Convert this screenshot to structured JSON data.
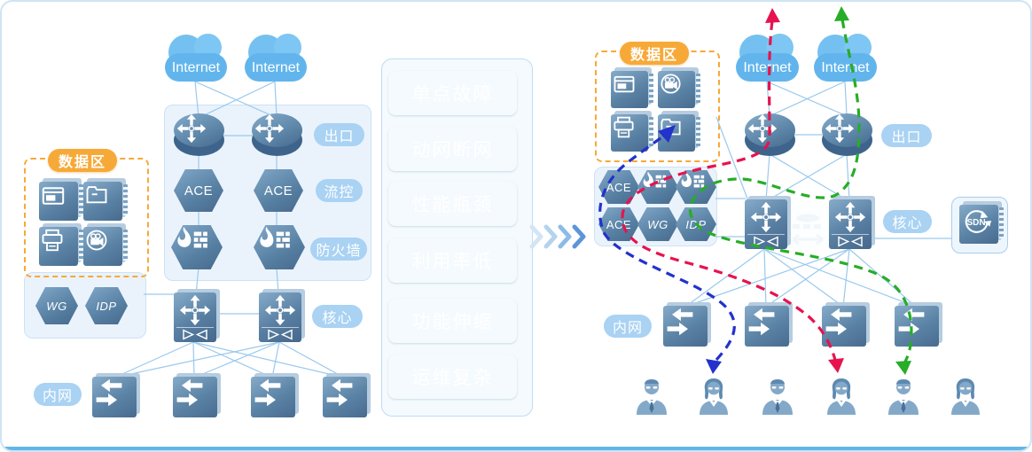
{
  "left": {
    "cloud1": "Internet",
    "cloud2": "Internet",
    "data_zone": "数据区",
    "exit": "出口",
    "flow_control": "流控",
    "firewall": "防火墙",
    "core": "核心",
    "intranet": "内网",
    "ace1": "ACE",
    "ace2": "ACE",
    "wg": "WG",
    "idp": "IDP"
  },
  "problems": [
    {
      "label": "单点故障",
      "color": "#a7d050"
    },
    {
      "label": "动网断网",
      "color": "#4fae85"
    },
    {
      "label": "性能瓶颈",
      "color": "#4da9c8"
    },
    {
      "label": "利用率低",
      "color": "#a392e5"
    },
    {
      "label": "功能伸缩",
      "color": "#e87ea4"
    },
    {
      "label": "运维复杂",
      "color": "#f86f2e"
    }
  ],
  "right": {
    "cloud1": "Internet",
    "cloud2": "Internet",
    "data_zone": "数据区",
    "exit": "出口",
    "core": "核心",
    "intranet": "内网",
    "ace1": "ACE",
    "ace2": "ACE",
    "wg": "WG",
    "idp": "IDP",
    "sdn": "SDN"
  },
  "flows": {
    "blue": "#2332cb",
    "red": "#e6134e",
    "green": "#27ad27"
  },
  "accents": {
    "zone_orange": "#f7a938",
    "pill_blue": "#a9d2f3",
    "line_blue": "#9ac9ed",
    "bottom_bar": "#63b5e8"
  }
}
